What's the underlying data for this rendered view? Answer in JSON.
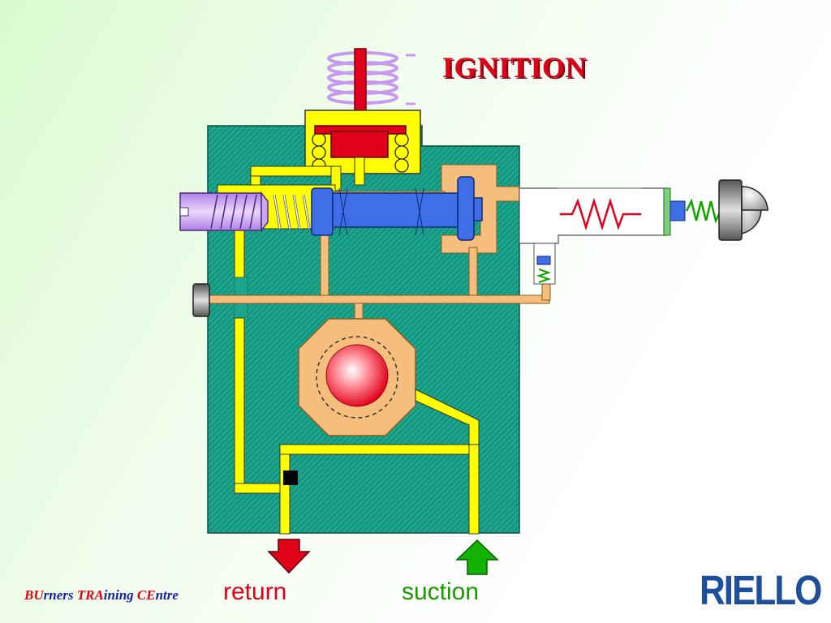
{
  "title": "IGNITION",
  "labels": {
    "return": "return",
    "suction": "suction"
  },
  "footer": {
    "part1_red": "BU",
    "part1_blue": "rners ",
    "part2_red": "TRA",
    "part2_blue": "ining ",
    "part3_red": "CE",
    "part3_blue": "ntre"
  },
  "logo": "RIELLO",
  "colors": {
    "pump_body": "#1aa58c",
    "oil_channel": "#ffff00",
    "chamber": "#f5be7d",
    "solenoid_coil": "#d8a8f5",
    "piston": "#e0001a",
    "valve_stem": "#3e6ee8",
    "return_arrow": "#e0001a",
    "suction_arrow": "#11b300",
    "title": "#e0001a"
  }
}
